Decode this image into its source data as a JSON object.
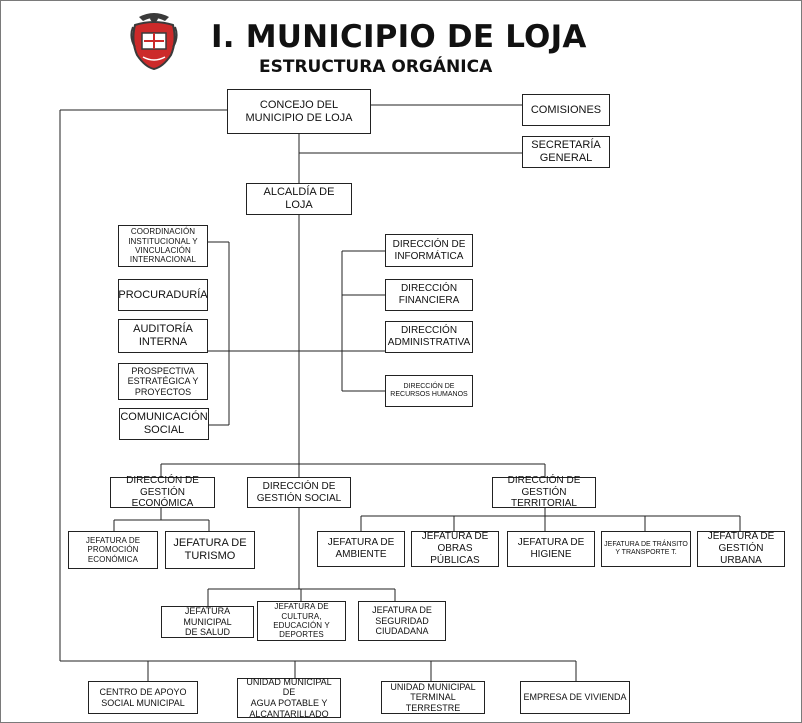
{
  "header": {
    "title": "I. MUNICIPIO DE LOJA",
    "subtitle": "ESTRUCTURA ORGÁNICA",
    "crest_icon": "coat-of-arms-icon"
  },
  "colors": {
    "crest_red": "#cc2a2a",
    "crest_dark": "#3a3a3a",
    "line": "#222222"
  },
  "boxes": {
    "concejo": "CONCEJO DEL\nMUNICIPIO DE LOJA",
    "comisiones": "COMISIONES",
    "secretaria": "SECRETARÍA\nGENERAL",
    "alcaldia": "ALCALDÍA DE LOJA",
    "coordinacion": "COORDINACIÓN\nINSTITUCIONAL Y\nVINCULACIÓN\nINTERNACIONAL",
    "procuraduria": "PROCURADURÍA",
    "auditoria": "AUDITORÍA\nINTERNA",
    "prospectiva": "PROSPECTIVA\nESTRATÉGICA Y\nPROYECTOS",
    "comunicacion": "COMUNICACIÓN\nSOCIAL",
    "dir_informatica": "DIRECCIÓN DE\nINFORMÁTICA",
    "dir_financiera": "DIRECCIÓN\nFINANCIERA",
    "dir_administrativa": "DIRECCIÓN\nADMINISTRATIVA",
    "dir_rrhh": "DIRECCIÓN DE\nRECURSOS HUMANOS",
    "dir_economica": "DIRECCIÓN DE\nGESTIÓN ECONÓMICA",
    "dir_social": "DIRECCIÓN DE\nGESTIÓN SOCIAL",
    "dir_territorial": "DIRECCIÓN DE\nGESTIÓN TERRITORIAL",
    "jef_promocion": "JEFATURA DE\nPROMOCIÓN\nECONÓMICA",
    "jef_turismo": "JEFATURA DE\nTURISMO",
    "jef_ambiente": "JEFATURA DE\nAMBIENTE",
    "jef_obras": "JEFATURA DE\nOBRAS PÚBLICAS",
    "jef_higiene": "JEFATURA DE\nHIGIENE",
    "jef_transito": "JEFATURA DE TRÁNSITO\nY TRANSPORTE T.",
    "jef_urbana": "JEFATURA DE\nGESTIÓN URBANA",
    "jef_salud": "JEFATURA MUNICIPAL\nDE SALUD",
    "jef_cultura": "JEFATURA DE CULTURA,\nEDUCACIÓN Y\nDEPORTES",
    "jef_seguridad": "JEFATURA DE\nSEGURIDAD\nCIUDADANA",
    "centro_apoyo": "CENTRO DE APOYO\nSOCIAL MUNICIPAL",
    "unidad_agua": "UNIDAD MUNICIPAL DE\nAGUA POTABLE Y\nALCANTARILLADO",
    "unidad_terminal": "UNIDAD MUNICIPAL\nTERMINAL TERRESTRE",
    "empresa_vivienda": "EMPRESA DE VIVIENDA"
  }
}
